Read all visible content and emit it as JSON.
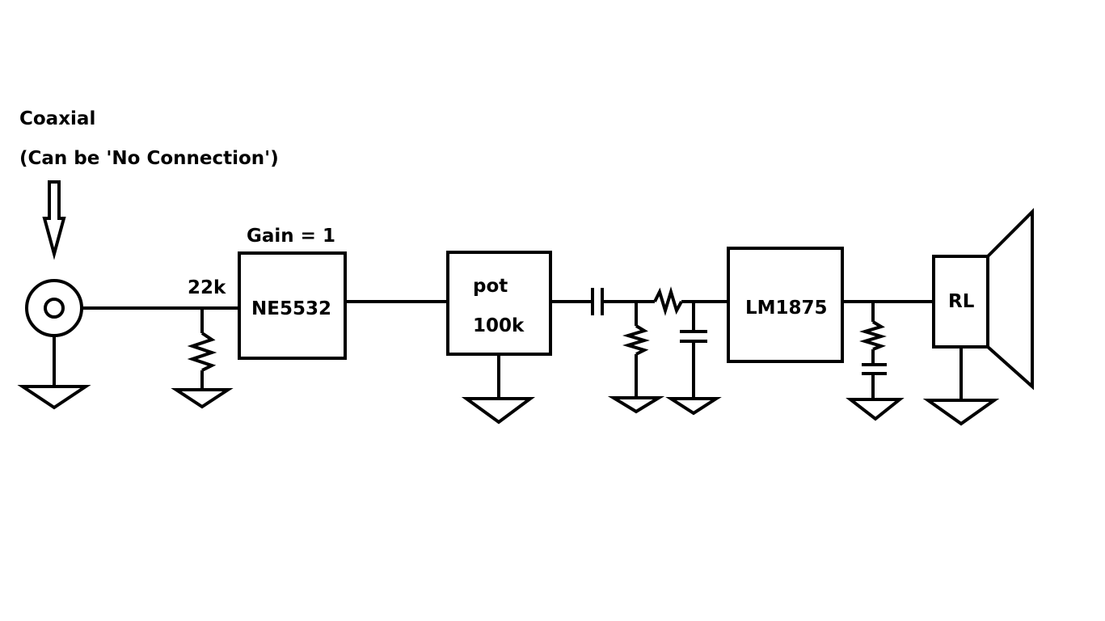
{
  "diagram": {
    "title_line1": "Coaxial",
    "title_line2": "(Can be 'No Connection')",
    "gain_label": "Gain = 1",
    "resistor_label": "22k",
    "opamp_label": "NE5532",
    "pot_label": "pot",
    "pot_value": "100k",
    "amp_label": "LM1875",
    "load_label": "RL"
  },
  "colors": {
    "stroke": "#000000",
    "background": "#ffffff"
  }
}
